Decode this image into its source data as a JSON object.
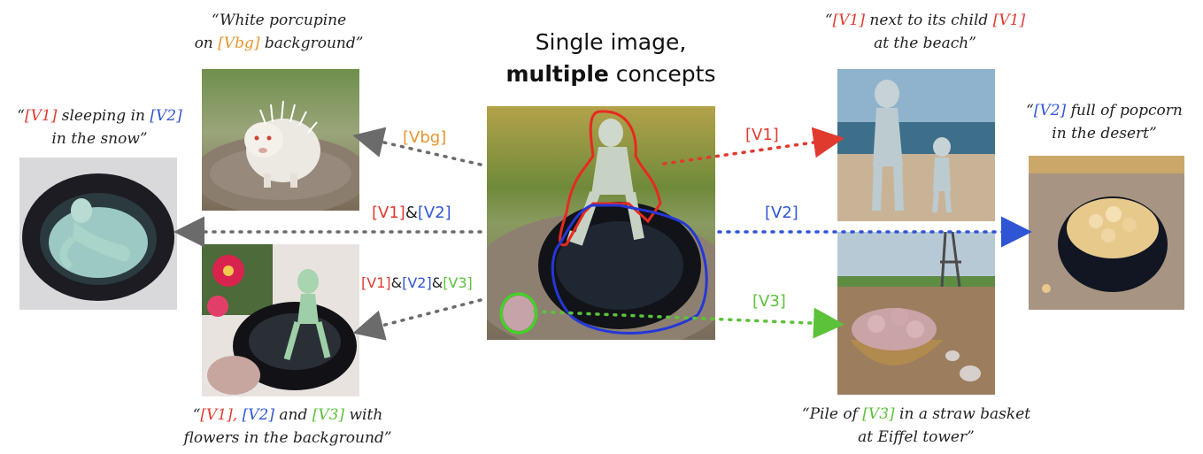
{
  "title": {
    "line1": "Single image,",
    "line2_bold": "multiple",
    "line2_rest": " concepts"
  },
  "captions": {
    "porcupine": {
      "q1": "“White porcupine",
      "pre": "on ",
      "tok": "[Vbg]",
      "post": " background”"
    },
    "sleeping": {
      "pre": "“",
      "t1": "[V1]",
      "mid": " sleeping in ",
      "t2": "[V2]",
      "line2": "in the snow”"
    },
    "flowers": {
      "pre": "“",
      "t1": "[V1]",
      "c1": ", ",
      "t2": "[V2]",
      "and": " and ",
      "t3": "[V3]",
      "post": " with",
      "line2": "flowers in the background”"
    },
    "child": {
      "pre": "“",
      "t1": "[V1]",
      "mid": " next to its child ",
      "t2": "[V1]",
      "line2": "at the beach”"
    },
    "popcorn": {
      "pre": "“",
      "t1": "[V2]",
      "mid": " full of popcorn",
      "line2": "in the desert”"
    },
    "basket": {
      "pre": "“Pile of ",
      "t1": "[V3]",
      "post": " in a straw basket",
      "line2": "at Eiffel tower”"
    }
  },
  "arrow_labels": {
    "vbg": "[Vbg]",
    "v1v2": {
      "a": "[V1]",
      "amp": "&",
      "b": "[V2]"
    },
    "v1v2v3": {
      "a": "[V1]",
      "amp1": "&",
      "b": "[V2]",
      "amp2": "&",
      "c": "[V3]"
    },
    "v1": "[V1]",
    "v2": "[V2]",
    "v3": "[V3]"
  },
  "colors": {
    "v1": "#e03a2f",
    "v2": "#2f55d4",
    "v3": "#5cc23a",
    "vbg": "#e8952f",
    "arrow_gray": "#6b6b6b"
  }
}
